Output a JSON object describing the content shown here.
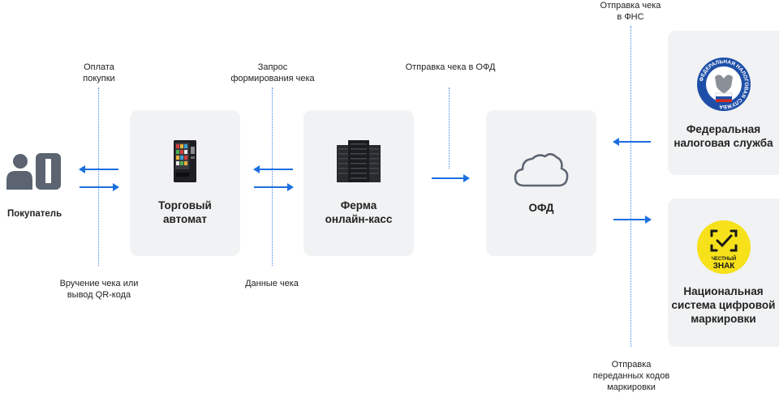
{
  "nodes": {
    "buyer": {
      "label": "Покупатель"
    },
    "vending": {
      "line1": "Торговый",
      "line2": "автомат"
    },
    "farm": {
      "line1": "Ферма",
      "line2": "онлайн-касс"
    },
    "ofd": {
      "label": "ОФД"
    },
    "fns": {
      "line1": "Федеральная",
      "line2": "налоговая служба"
    },
    "marking": {
      "line1": "Национальная",
      "line2": "система цифровой",
      "line3": "маркировки"
    }
  },
  "logos": {
    "fns_ring_text": "ФЕДЕРАЛЬНАЯ НАЛОГОВАЯ СЛУЖБА",
    "chestny_line1": "ЧЕСТНЫЙ",
    "chestny_line2": "ЗНАК"
  },
  "flows": {
    "payment": {
      "line1": "Оплата",
      "line2": "покупки"
    },
    "receipt_delivery": {
      "line1": "Вручение чека или",
      "line2": "вывод QR-кода"
    },
    "receipt_request": {
      "line1": "Запрос",
      "line2": "формирования чека"
    },
    "receipt_data": {
      "label": "Данные чека"
    },
    "to_ofd": {
      "label": "Отправка чека в ОФД"
    },
    "to_fns": {
      "line1": "Отправка чека",
      "line2": "в ФНС"
    },
    "to_marking": {
      "line1": "Отправка",
      "line2": "переданных кодов",
      "line3": "маркировки"
    }
  },
  "colors": {
    "arrow": "#1b6fe0",
    "box": "#f1f2f3",
    "icon": "#5b6470",
    "yellow": "#f6e11a"
  }
}
